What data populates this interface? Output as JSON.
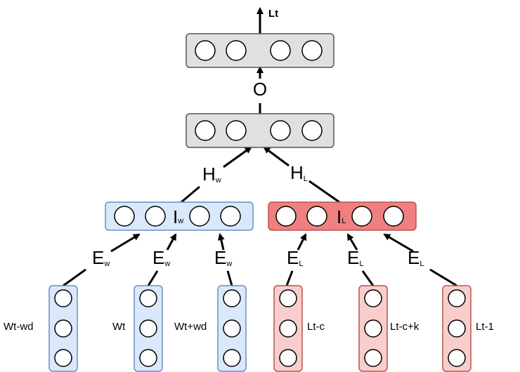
{
  "diagram": {
    "output_label": "Lt",
    "output_layer": {
      "label": "O"
    },
    "hidden_layers": [
      {
        "main": "H",
        "sub": "w"
      },
      {
        "main": "H",
        "sub": "L"
      }
    ],
    "input_layers": [
      {
        "main": "I",
        "sub": "w",
        "fill": "#dae8fc",
        "stroke": "#6c8ebf"
      },
      {
        "main": "I",
        "sub": "L",
        "fill": "#f08080",
        "stroke": "#b85450"
      }
    ],
    "embeddings": [
      {
        "main": "E",
        "sub": "w"
      },
      {
        "main": "E",
        "sub": "w"
      },
      {
        "main": "E",
        "sub": "w"
      },
      {
        "main": "E",
        "sub": "L"
      },
      {
        "main": "E",
        "sub": "L"
      },
      {
        "main": "E",
        "sub": "L"
      }
    ],
    "inputs": [
      {
        "label": "Wt-wd",
        "fill": "#dae8fc",
        "stroke": "#6c8ebf"
      },
      {
        "label": "Wt",
        "fill": "#dae8fc",
        "stroke": "#6c8ebf"
      },
      {
        "label": "Wt+wd",
        "fill": "#dae8fc",
        "stroke": "#6c8ebf"
      },
      {
        "label": "Lt-c",
        "fill": "#f8cecc",
        "stroke": "#b85450"
      },
      {
        "label": "Lt-c+k",
        "fill": "#f8cecc",
        "stroke": "#b85450"
      },
      {
        "label": "Lt-1",
        "fill": "#f8cecc",
        "stroke": "#b85450"
      }
    ],
    "gray_fill": "#e0e0e0",
    "gray_stroke": "#555555"
  }
}
